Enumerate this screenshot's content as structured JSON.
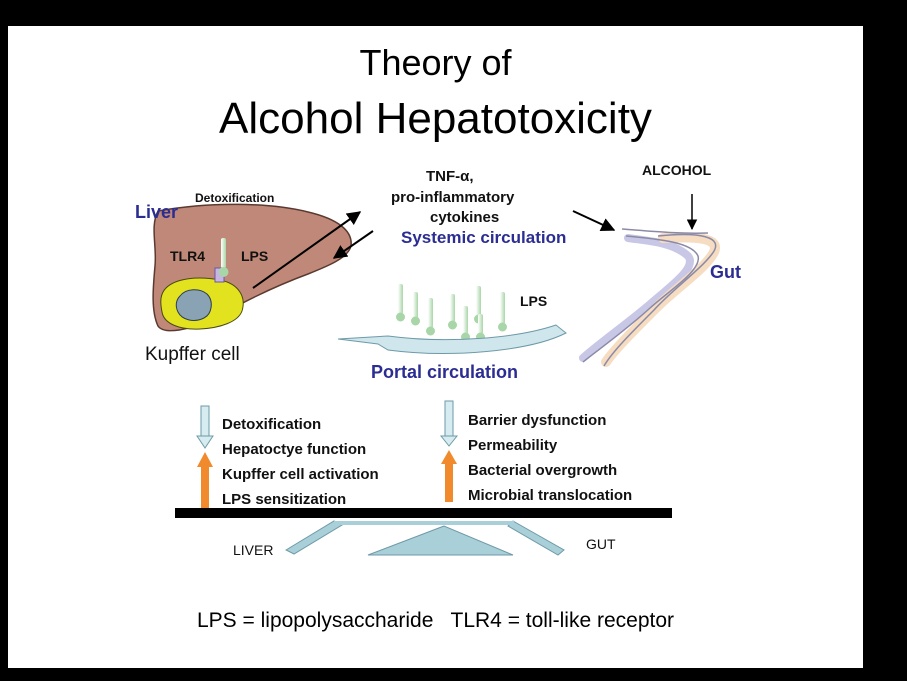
{
  "title": {
    "line1": "Theory of",
    "line2": "Alcohol Hepatotoxicity"
  },
  "labels": {
    "liver": "Liver",
    "detoxification_top": "Detoxification",
    "tlr4": "TLR4",
    "lps_liver": "LPS",
    "kupffer_cell": "Kupffer cell",
    "tnf": "TNF-α,",
    "pro_inflammatory": "pro-inflammatory",
    "cytokines": "cytokines",
    "systemic_circulation": "Systemic circulation",
    "alcohol": "ALCOHOL",
    "gut": "Gut",
    "lps_mid": "LPS",
    "portal_circulation": "Portal circulation"
  },
  "liver_list": [
    "Detoxification",
    "Hepatoctye function",
    "Kupffer cell activation",
    "LPS sensitization"
  ],
  "gut_list": [
    "Barrier dysfunction",
    "Permeability",
    "Bacterial overgrowth",
    "Microbial translocation"
  ],
  "balance": {
    "left_label": "LIVER",
    "right_label": "GUT"
  },
  "footnote": "LPS = lipopolysaccharide   TLR4 = toll-like receptor",
  "colors": {
    "liver_fill": "#c08878",
    "kupffer_fill": "#e3e21f",
    "blue_label": "#2b2d92",
    "up_arrow": "#f08a2c",
    "down_arrow": "#c7e0e6",
    "scale_fill": "#a9cfd8"
  }
}
